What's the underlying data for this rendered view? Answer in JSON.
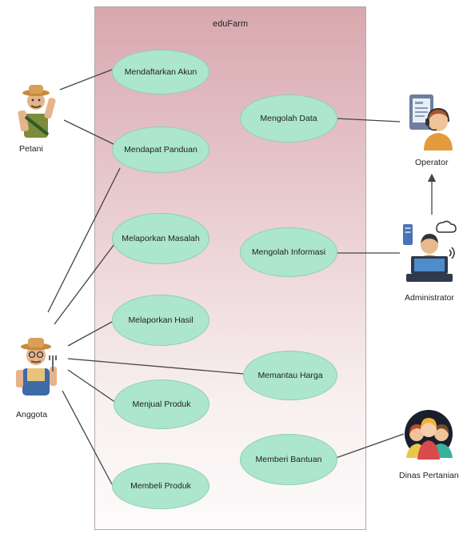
{
  "system": {
    "title": "eduFarm"
  },
  "use_cases": {
    "daftar_akun": "Mendaftarkan Akun",
    "dapat_panduan": "Mendapat Panduan",
    "lapor_masalah": "Melaporkan Masalah",
    "lapor_hasil": "Melaporkan Hasil",
    "jual_produk": "Menjual Produk",
    "beli_produk": "Membeli Produk",
    "olah_data": "Mengolah Data",
    "olah_informasi": "Mengolah Informasi",
    "pantau_harga": "Memantau Harga",
    "beri_bantuan": "Memberi Bantuan"
  },
  "actors": {
    "petani": {
      "label": "Petani",
      "icon": "farmer-icon"
    },
    "anggota": {
      "label": "Anggota",
      "icon": "farmer-member-icon"
    },
    "operator": {
      "label": "Operator",
      "icon": "operator-headset-icon"
    },
    "administrator": {
      "label": "Administrator",
      "icon": "admin-computer-icon"
    },
    "dinas": {
      "label": "Dinas Pertanian",
      "icon": "group-people-icon"
    }
  },
  "colors": {
    "use_case_fill": "#ace6cc",
    "line": "#444444",
    "system_top": "#d8a8ae",
    "system_bottom": "#fdfbfb"
  }
}
